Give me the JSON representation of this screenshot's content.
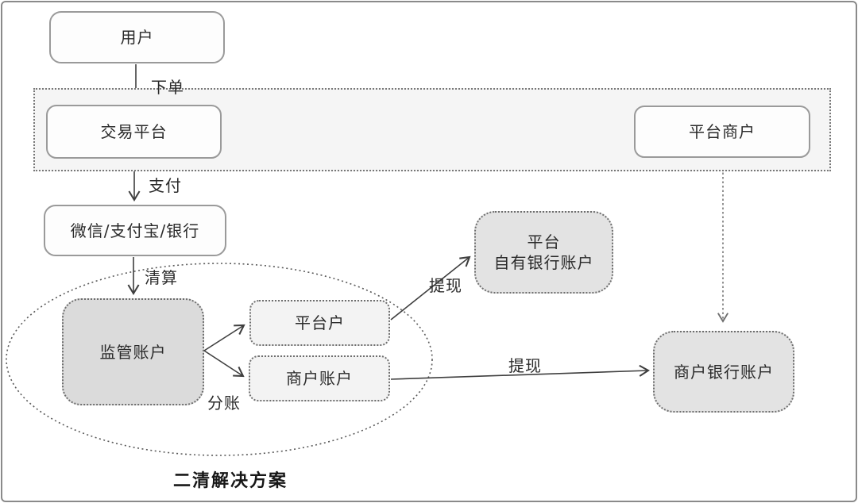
{
  "diagram": {
    "caption": "二清解决方案",
    "nodes": {
      "user": {
        "label": "用户"
      },
      "trading_platform": {
        "label": "交易平台"
      },
      "platform_merchant": {
        "label": "平台商户"
      },
      "payment_channels": {
        "label": "微信/支付宝/银行"
      },
      "supervised_account": {
        "label": "监管账户"
      },
      "platform_sub_account": {
        "label": "平台户"
      },
      "merchant_sub_account": {
        "label": "商户账户"
      },
      "platform_own_bank_account": {
        "line1": "平台",
        "line2": "自有银行账户"
      },
      "merchant_bank_account": {
        "label": "商户银行账户"
      }
    },
    "edge_labels": {
      "place_order": "下单",
      "pay": "支付",
      "clearing": "清算",
      "split": "分账",
      "withdraw_platform": "提现",
      "withdraw_merchant": "提现"
    },
    "colors": {
      "frame_border": "#8a8a8a",
      "solid_box_border": "#9a9a9a",
      "dotted_border": "#6e6e6e",
      "dotted_region_fill": "#f5f5f5",
      "supervised_fill": "#dbdbdb",
      "sub_account_fill": "#f3f3f3",
      "bank_box_fill": "#e3e3e3",
      "line": "#3f3f3f",
      "text": "#2a2a2a"
    }
  }
}
